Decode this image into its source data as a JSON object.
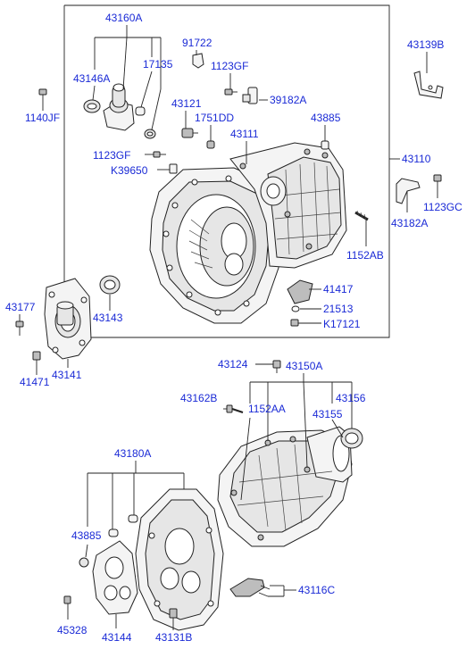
{
  "diagram": {
    "callouts": {
      "c43160A": "43160A",
      "c91722": "91722",
      "c43139B": "43139B",
      "c43146A": "43146A",
      "c17135": "17135",
      "c1123GF_top": "1123GF",
      "c39182A": "39182A",
      "c1140JF": "1140JF",
      "c43121": "43121",
      "c1751DD": "1751DD",
      "c43885_top": "43885",
      "c43111": "43111",
      "c1123GF_mid": "1123GF",
      "c43110": "43110",
      "cK39650": "K39650",
      "c1123GC": "1123GC",
      "c43182A": "43182A",
      "c1152AB": "1152AB",
      "c41417": "41417",
      "c43177": "43177",
      "c21513": "21513",
      "c43143": "43143",
      "cK17121": "K17121",
      "c41471": "41471",
      "c43141": "43141",
      "c43124": "43124",
      "c43150A": "43150A",
      "c43162B": "43162B",
      "c43156": "43156",
      "c1152AA": "1152AA",
      "c43155": "43155",
      "c43180A": "43180A",
      "c43885_bot": "43885",
      "c43116C": "43116C",
      "c45328": "45328",
      "c43144": "43144",
      "c43131B": "43131B"
    }
  }
}
